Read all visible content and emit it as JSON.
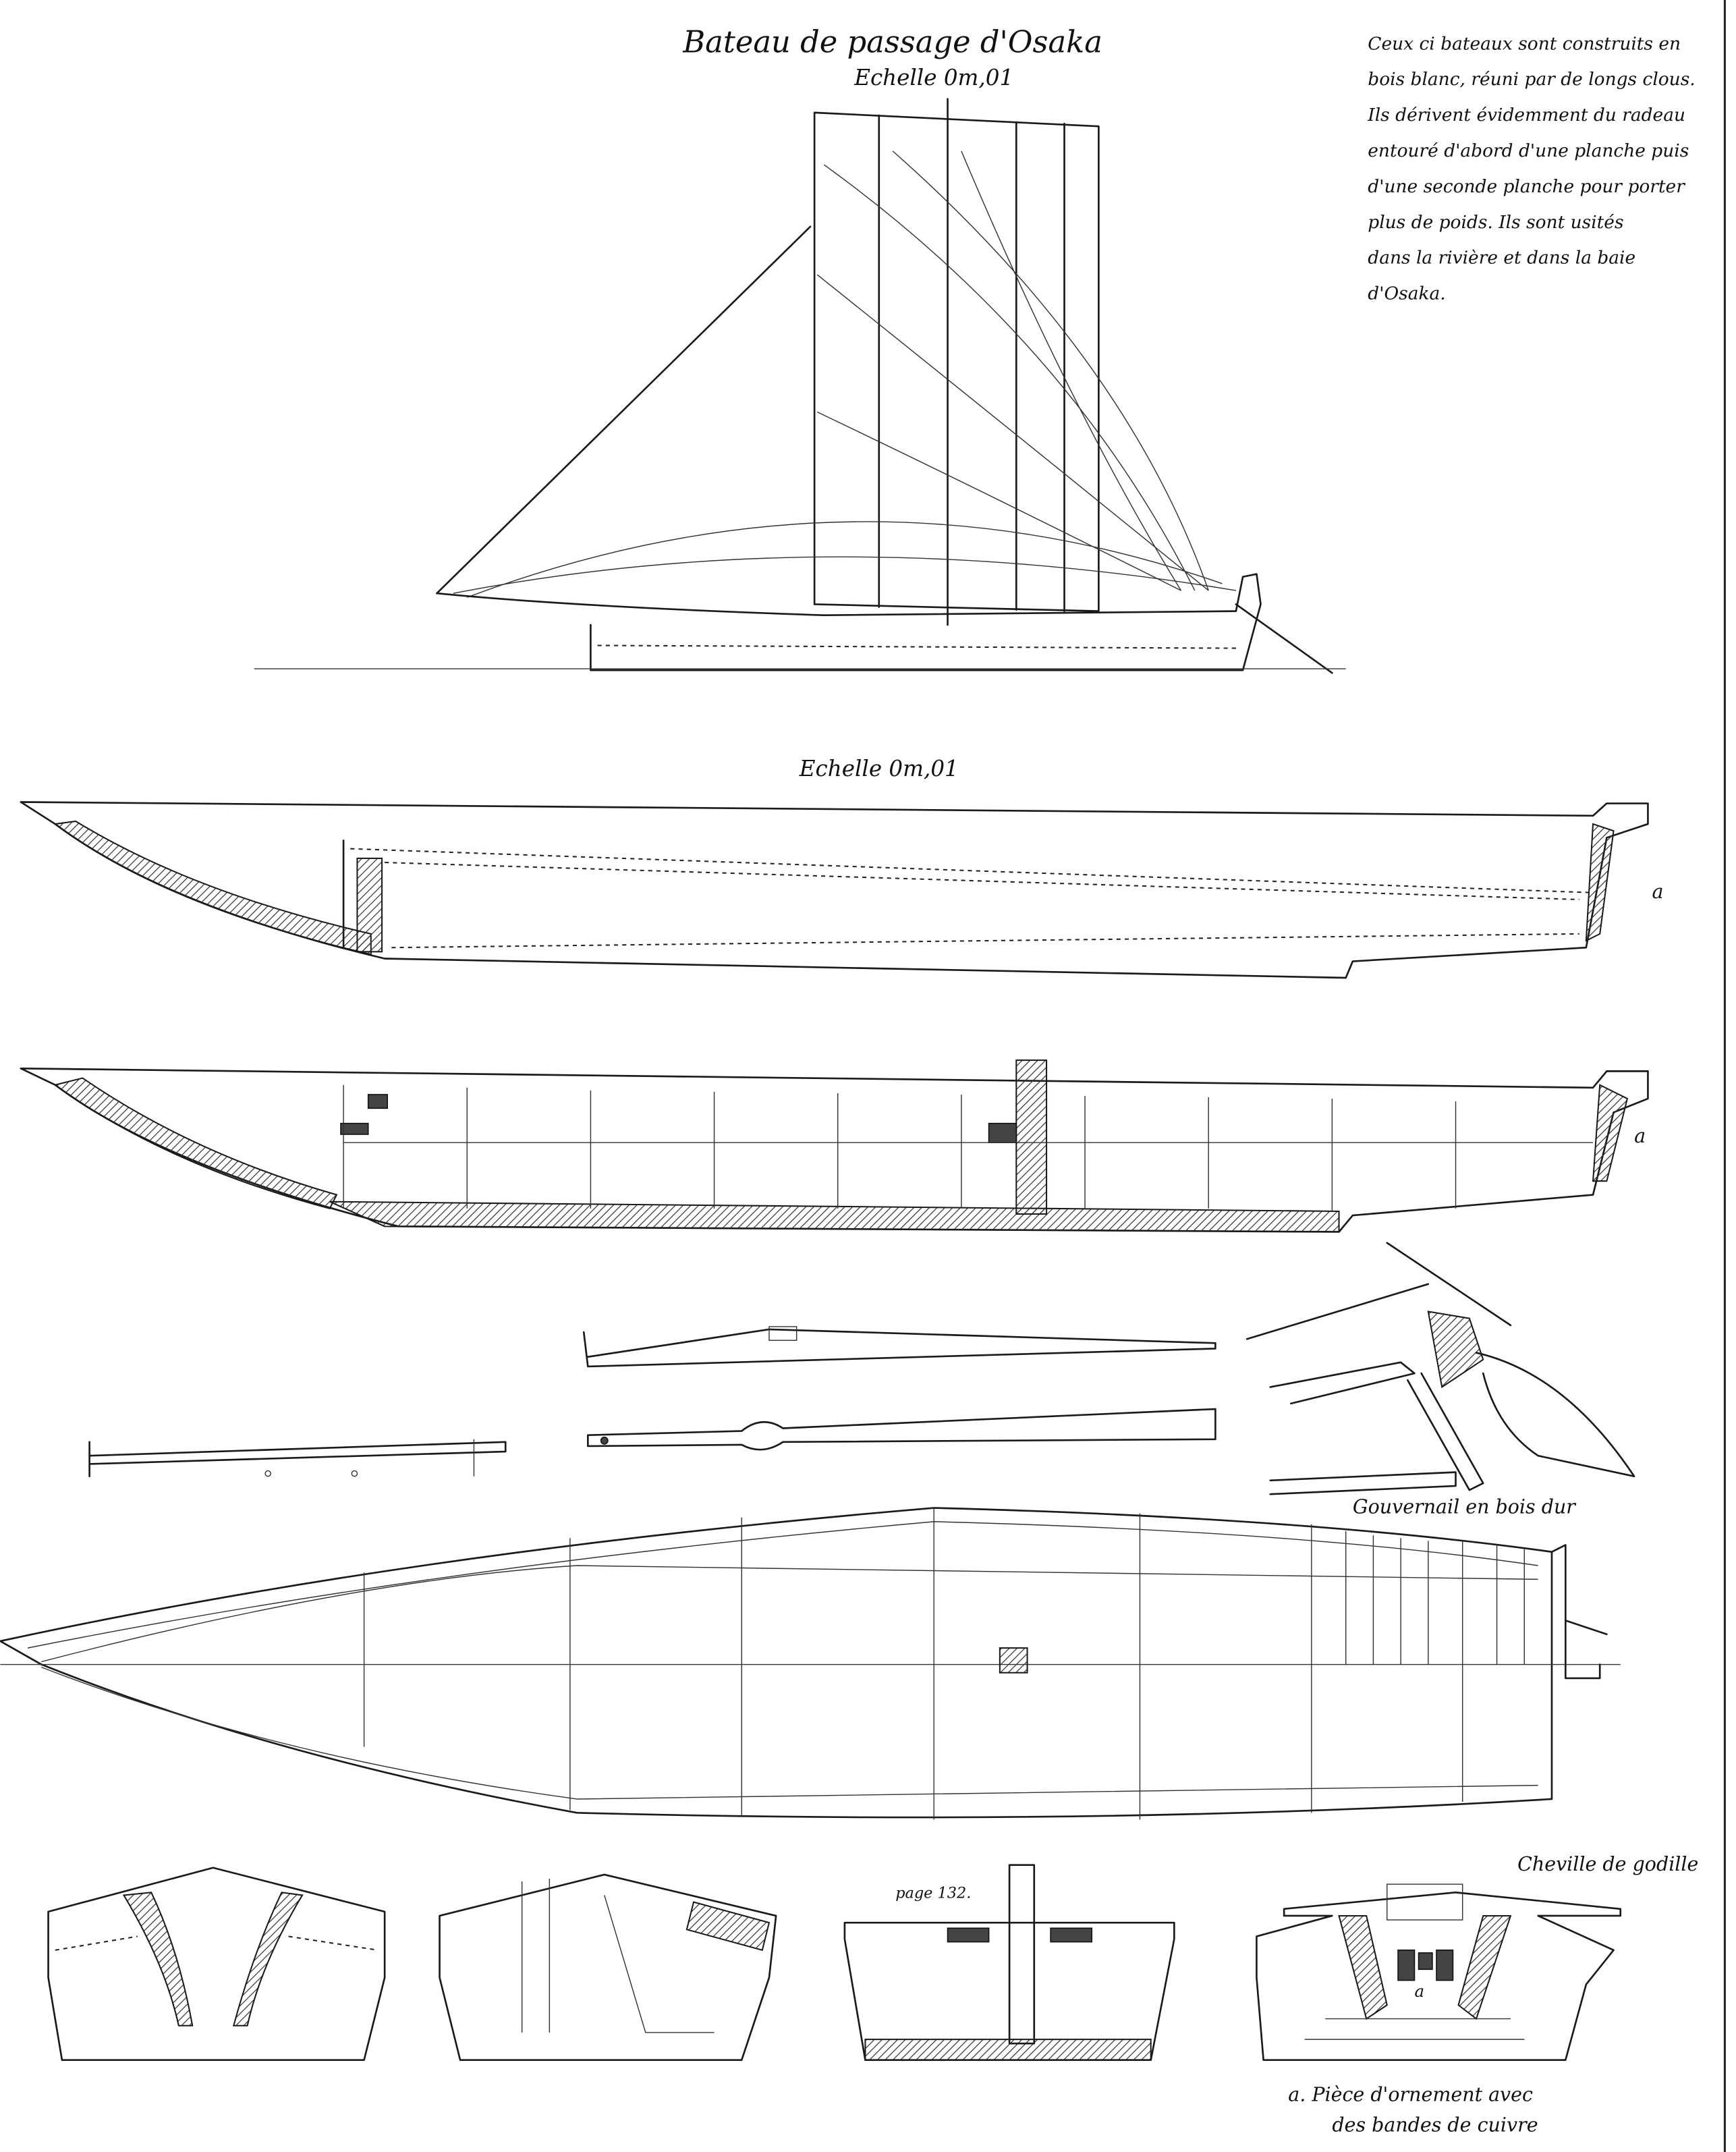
{
  "title": "Bateau de passage d'Osaka",
  "scale_top": "Echelle 0m,01",
  "scale_middle": "Echelle 0m,01",
  "description": [
    "Ceux ci bateaux sont construits en",
    "bois blanc, réuni par de longs clous.",
    "Ils dérivent évidemment du radeau",
    "entouré d'abord d'une planche puis",
    "d'une seconde planche pour porter",
    "plus de poids. Ils sont usités",
    "dans la rivière et dans la baie",
    "d'Osaka."
  ],
  "labels": {
    "a_profile": "a",
    "a_section": "a",
    "rudder": "Gouvernail en bois dur",
    "scull_pin": "Cheville de godille",
    "page_ref": "page 132.",
    "a_stern": "a",
    "caption_line1": "a. Pièce d'ornement avec",
    "caption_line2": "des bandes de cuivre"
  }
}
